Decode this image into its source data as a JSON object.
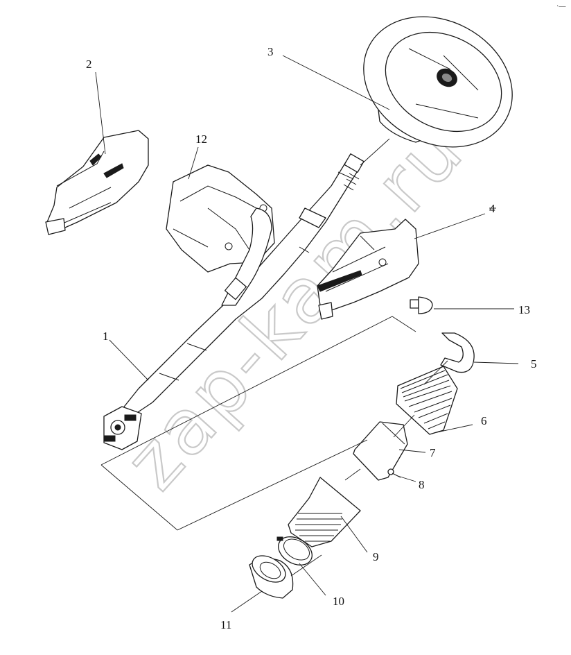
{
  "diagram": {
    "callouts": [
      {
        "id": "c1",
        "label": "1"
      },
      {
        "id": "c2",
        "label": "2"
      },
      {
        "id": "c3",
        "label": "3"
      },
      {
        "id": "c4",
        "label": "4"
      },
      {
        "id": "c5",
        "label": "5"
      },
      {
        "id": "c6",
        "label": "6"
      },
      {
        "id": "c7",
        "label": "7"
      },
      {
        "id": "c8",
        "label": "8"
      },
      {
        "id": "c9",
        "label": "9"
      },
      {
        "id": "c10",
        "label": "10"
      },
      {
        "id": "c11",
        "label": "11"
      },
      {
        "id": "c12",
        "label": "12"
      },
      {
        "id": "c13",
        "label": "13"
      }
    ],
    "watermark": "zap-kam.ru",
    "corner_mark": "·—"
  }
}
